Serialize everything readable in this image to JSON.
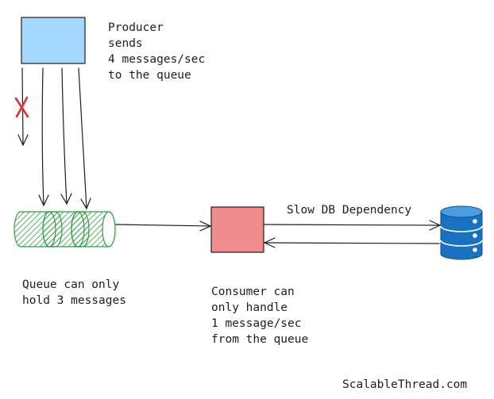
{
  "producer": {
    "lines": [
      "Producer",
      "sends",
      "4 messages/sec",
      "to the queue"
    ],
    "color": "#a5d8ff",
    "stroke": "#1e1e1e"
  },
  "queue": {
    "lines": [
      "Queue can only",
      "hold 3 messages"
    ],
    "color": "#2f9e44"
  },
  "consumer": {
    "lines": [
      "Consumer can",
      "only handle",
      "1 message/sec",
      "from the queue"
    ],
    "color": "#f08c8c"
  },
  "database": {
    "label": "Slow DB Dependency",
    "color": "#1971c2",
    "icon": "database-icon"
  },
  "rejected_marker": {
    "icon": "x-icon",
    "color": "#e03131"
  },
  "brand": "ScalableThread.com"
}
